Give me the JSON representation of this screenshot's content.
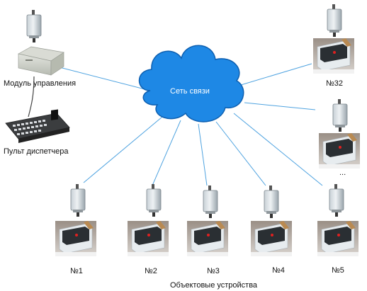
{
  "network": {
    "label": "Сеть связи",
    "color": "#1e88e5"
  },
  "control_module": {
    "label": "Модуль управления"
  },
  "dispatcher_console": {
    "label": "Пульт диспетчера"
  },
  "objects": {
    "caption": "Объектовые устройства",
    "items": [
      {
        "label": "№1"
      },
      {
        "label": "№2"
      },
      {
        "label": "№3"
      },
      {
        "label": "№4"
      },
      {
        "label": "№5"
      },
      {
        "label": ""
      },
      {
        "label": "№32"
      }
    ],
    "ellipsis": "..."
  },
  "colors": {
    "link": "#4fa3e0",
    "cloud": "#1e88e5",
    "cloud_edge": "#0d5fb0"
  }
}
